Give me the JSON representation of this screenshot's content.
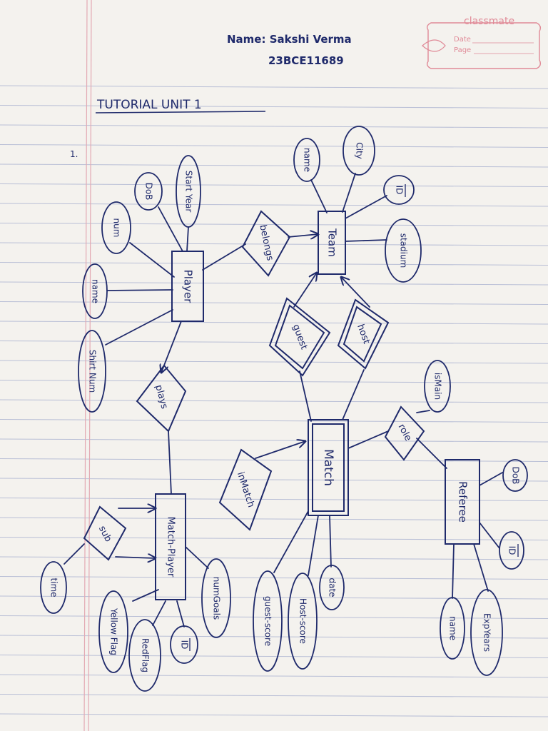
{
  "header": {
    "name": "Name: Sakshi Verma",
    "roll": "23BCE11689",
    "brand": "classmate",
    "date_label": "Date",
    "page_label": "Page"
  },
  "title": "TUTORIAL UNIT 1",
  "question_number": "1.",
  "colors": {
    "ink": "#1f2a6b",
    "rule_line": "#b9bfd6",
    "margin_line": "#e3a9b3",
    "brand": "#e08a97",
    "paper": "#f4f2ee"
  },
  "diagram": {
    "entities": {
      "player": "Player",
      "team": "Team",
      "match": "Match",
      "match_player": "Match-Player",
      "referee": "Referee"
    },
    "relationships": {
      "belongs": "belongs",
      "plays": "plays",
      "guest": "guest",
      "host": "host",
      "in_match": "inMatch",
      "sub": "sub",
      "role": "role"
    },
    "attributes": {
      "start_year": "Start Year",
      "dob_player": "DoB",
      "num": "num",
      "name_player": "name",
      "shirt_num": "Shirt Num",
      "team_name": "name",
      "city": "City",
      "team_id": "ID",
      "stadium": "stadium",
      "is_main": "isMain",
      "dob_referee": "DoB",
      "referee_id": "ID",
      "exp_years": "ExpYears",
      "referee_name": "name",
      "date": "date",
      "host_score": "Host-score",
      "guest_score": "guest-score",
      "num_goals": "numGoals",
      "mp_id": "ID",
      "red_flag": "RedFlag",
      "yellow_flag": "Yellow Flag",
      "time": "time"
    }
  }
}
